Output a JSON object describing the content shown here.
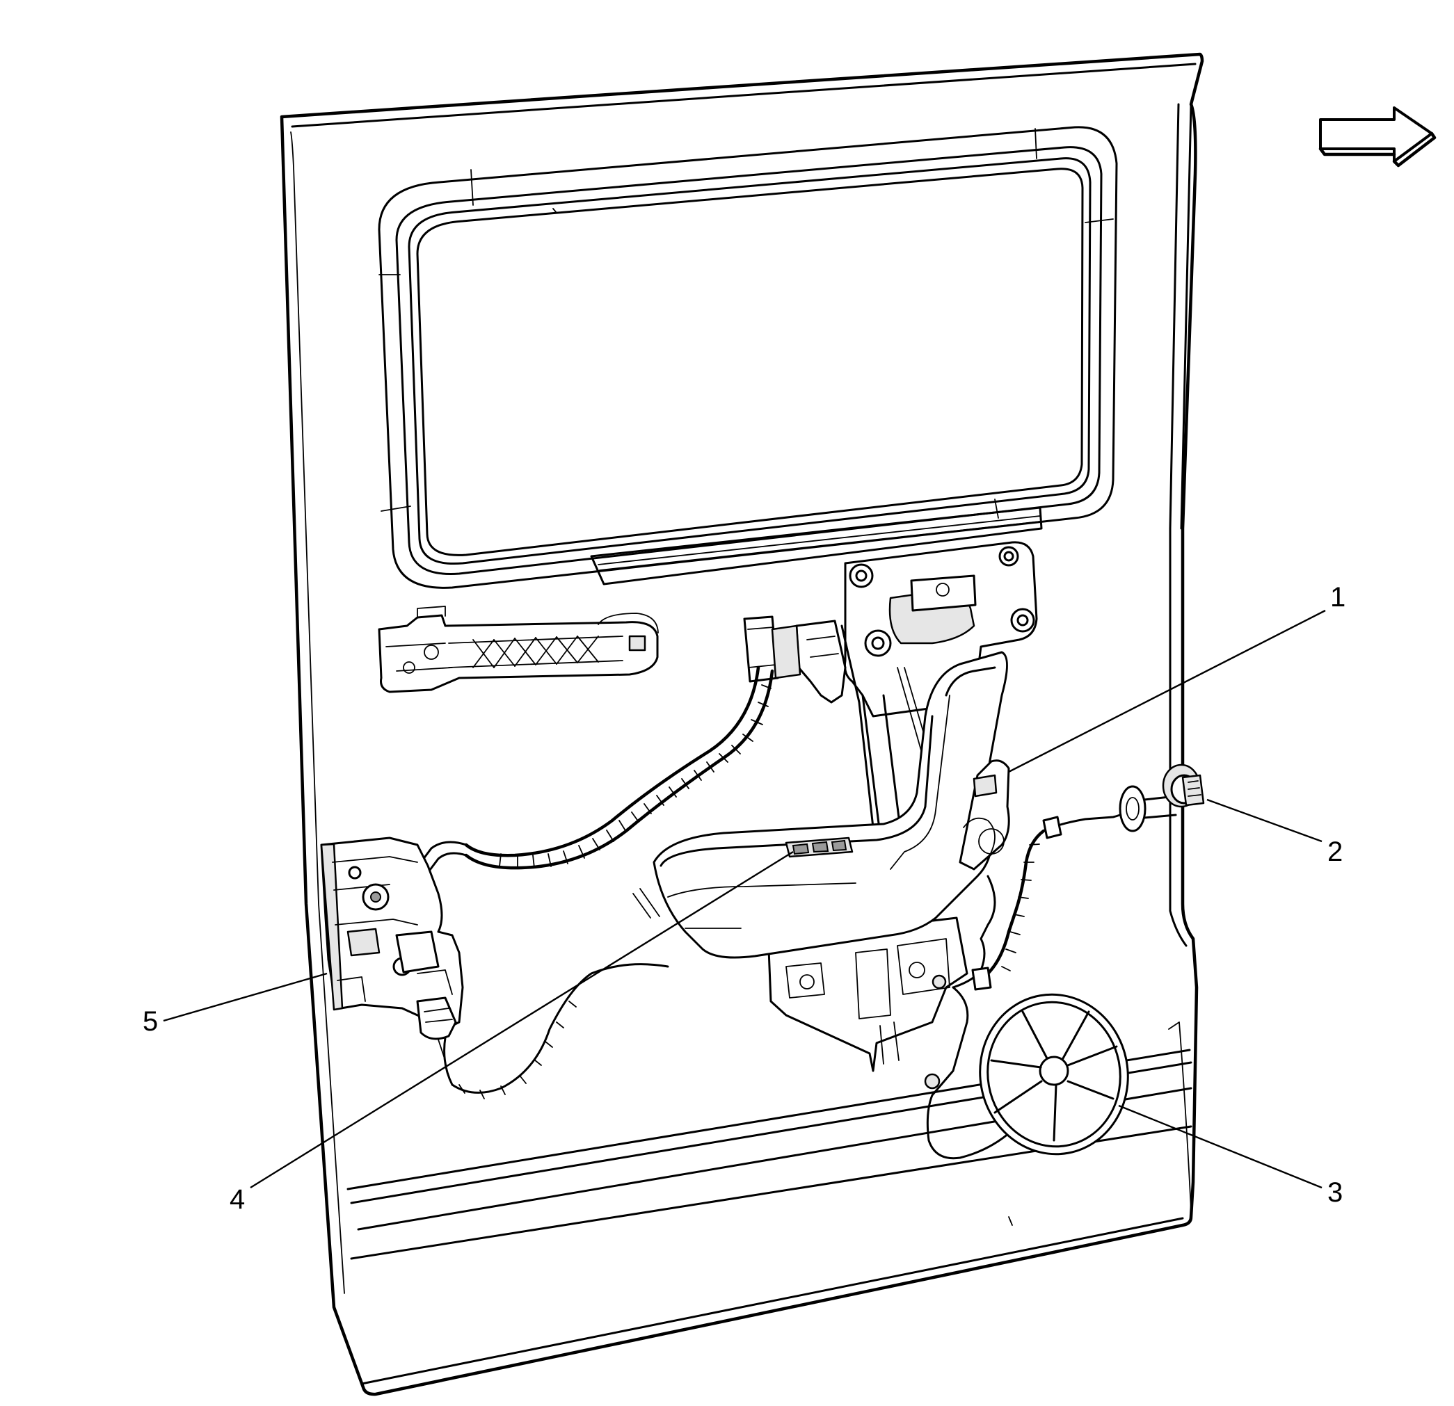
{
  "callouts": [
    {
      "id": "1",
      "label": "1",
      "part": "inside-handle-bezel"
    },
    {
      "id": "2",
      "label": "2",
      "part": "wiring-connector"
    },
    {
      "id": "3",
      "label": "3",
      "part": "access-hole-cover"
    },
    {
      "id": "4",
      "label": "4",
      "part": "switch"
    },
    {
      "id": "5",
      "label": "5",
      "part": "door-latch"
    }
  ],
  "orientation_arrow": {
    "icon": "forward-arrow-icon"
  },
  "colors": {
    "line": "#000000",
    "background": "#ffffff",
    "shade": "#e6e6e6"
  }
}
